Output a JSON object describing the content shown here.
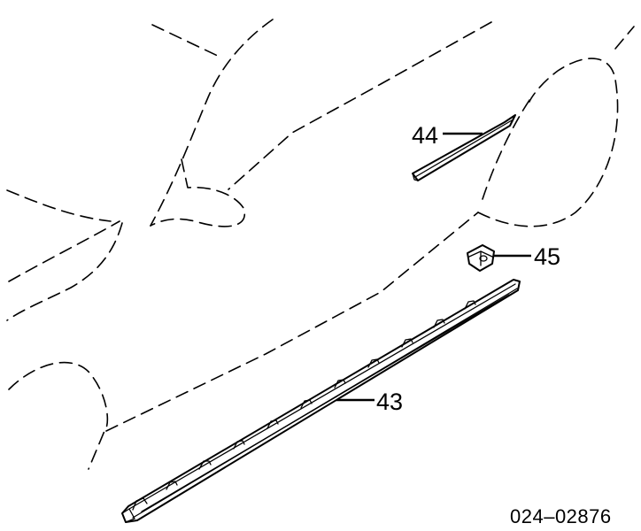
{
  "callouts": {
    "part_43": "43",
    "part_44": "44",
    "part_45": "45"
  },
  "reference_code": "024–02876"
}
